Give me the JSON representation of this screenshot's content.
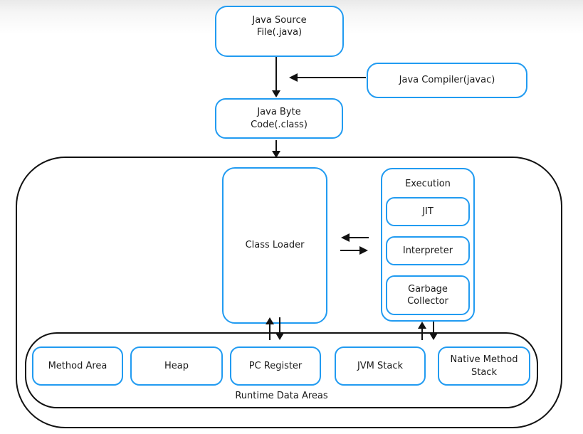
{
  "colors": {
    "accent": "#219bf1",
    "line": "#111111",
    "text": "#1a1a1a",
    "bg-top": "#e9e9e9",
    "bg": "#ffffff"
  },
  "nodes": {
    "java_source": "Java Source\nFile(.java)",
    "java_compiler": "Java Compiler(javac)",
    "java_byte_code": "Java Byte\nCode(.class)",
    "class_loader": "Class Loader",
    "execution": "Execution",
    "jit": "JIT",
    "interpreter": "Interpreter",
    "garbage_collector": "Garbage\nCollector",
    "runtime_data_areas": "Runtime Data Areas",
    "method_area": "Method Area",
    "heap": "Heap",
    "pc_register": "PC Register",
    "jvm_stack": "JVM Stack",
    "native_method_stack": "Native Method\nStack"
  }
}
